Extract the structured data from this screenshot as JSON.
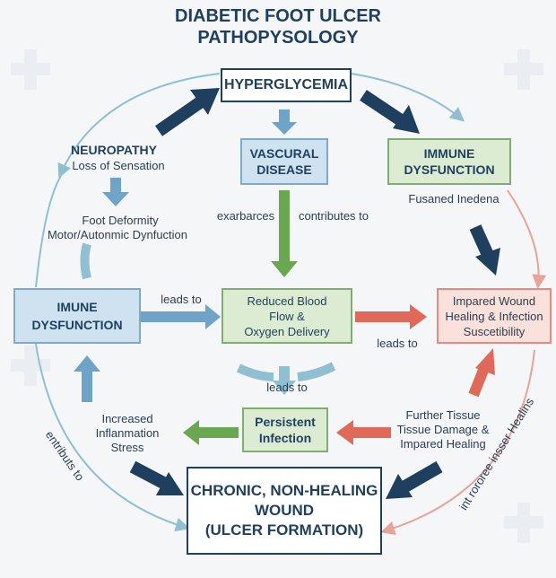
{
  "title": {
    "line1": "DIABETIC FOOT ULCER",
    "line2": "PATHOPYSOLOGY"
  },
  "nodes": {
    "hyperglycemia": "HYPERGLYCEMIA",
    "vascular": {
      "line1": "VASCURAL",
      "line2": "DISEASE"
    },
    "immune_top": {
      "line1": "IMMUNE",
      "line2": "DYSFUNCTION"
    },
    "immune_left": {
      "line1": "IMUNE",
      "line2": "DYSFUNCTION"
    },
    "blood_flow": {
      "line1": "Reduced Blood",
      "line2": "Flow &",
      "line3": "Oxygen Delivery"
    },
    "wound_healing": {
      "line1": "Impared Wound",
      "line2": "Healing & Infection",
      "line3": "Suscetibility"
    },
    "infection": {
      "line1": "Persistent",
      "line2": "Infection"
    },
    "chronic": {
      "line1": "CHRONIC, NON-HEALING",
      "line2": "WOUND",
      "line3": "(ULCER FORMATION)"
    }
  },
  "labels": {
    "neuropathy": {
      "title": "NEUROPATHY",
      "sub": "Loss of Sensation"
    },
    "deformity": {
      "line1": "Foot Deformity",
      "line2": "Motor/Autonmic Dynfuction"
    },
    "exarbarces": "exarbarces",
    "contributes_to": "contributes to",
    "fusaned": "Fusaned Inedena",
    "leads_to_1": "leads to",
    "leads_to_2": "leads to",
    "leads_to_3": "leads to",
    "inflammation": {
      "line1": "Increased",
      "line2": "Inflanmation",
      "line3": "Stress"
    },
    "tissue": {
      "line1": "Further Tissue",
      "line2": "Tissue Damage &",
      "line3": "Impared Healing"
    },
    "entributs": "entributs to",
    "int_rororee": "int rororee insser Healins"
  },
  "colors": {
    "navy": "#1f3f5f",
    "blue": "#6fa3c7",
    "green": "#6aa84f",
    "red": "#e06a5a",
    "light_blue": "#8fbfd1",
    "light_red": "#e8a398"
  }
}
